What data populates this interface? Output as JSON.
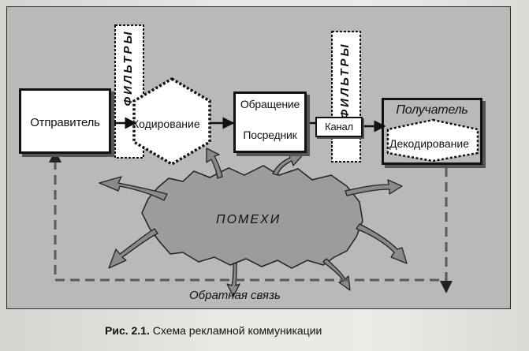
{
  "diagram": {
    "sender_label": "Отправитель",
    "filters_label": "ФИЛЬТРЫ",
    "encoding_label": "Кодирование",
    "medium_line1": "Обращение",
    "medium_line2": "Посредник",
    "channel_label": "Канал",
    "receiver_label": "Получатель",
    "decoding_label": "Декодирование",
    "noise_label": "ПОМЕХИ",
    "feedback_label": "Обратная связь"
  },
  "caption": {
    "number": "Рис. 2.1.",
    "text": "Схема рекламной коммуникации"
  },
  "colors": {
    "panel": "#b9b9b9",
    "noise_cloud": "#9c9c9c",
    "dashed_line": "#5a5a5a"
  }
}
